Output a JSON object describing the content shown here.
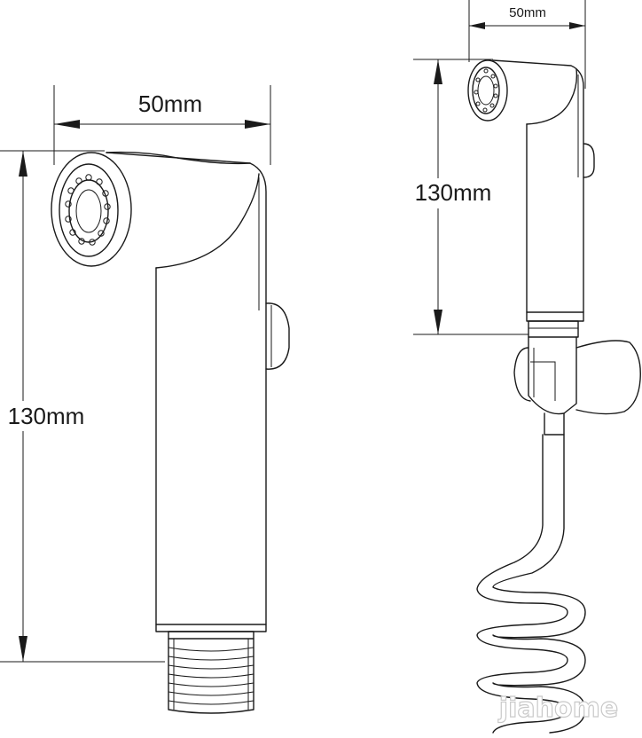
{
  "left_view": {
    "width_label": "50mm",
    "height_label": "130mm"
  },
  "right_view": {
    "width_label": "50mm",
    "height_label": "130mm"
  },
  "watermark": "jiahome"
}
